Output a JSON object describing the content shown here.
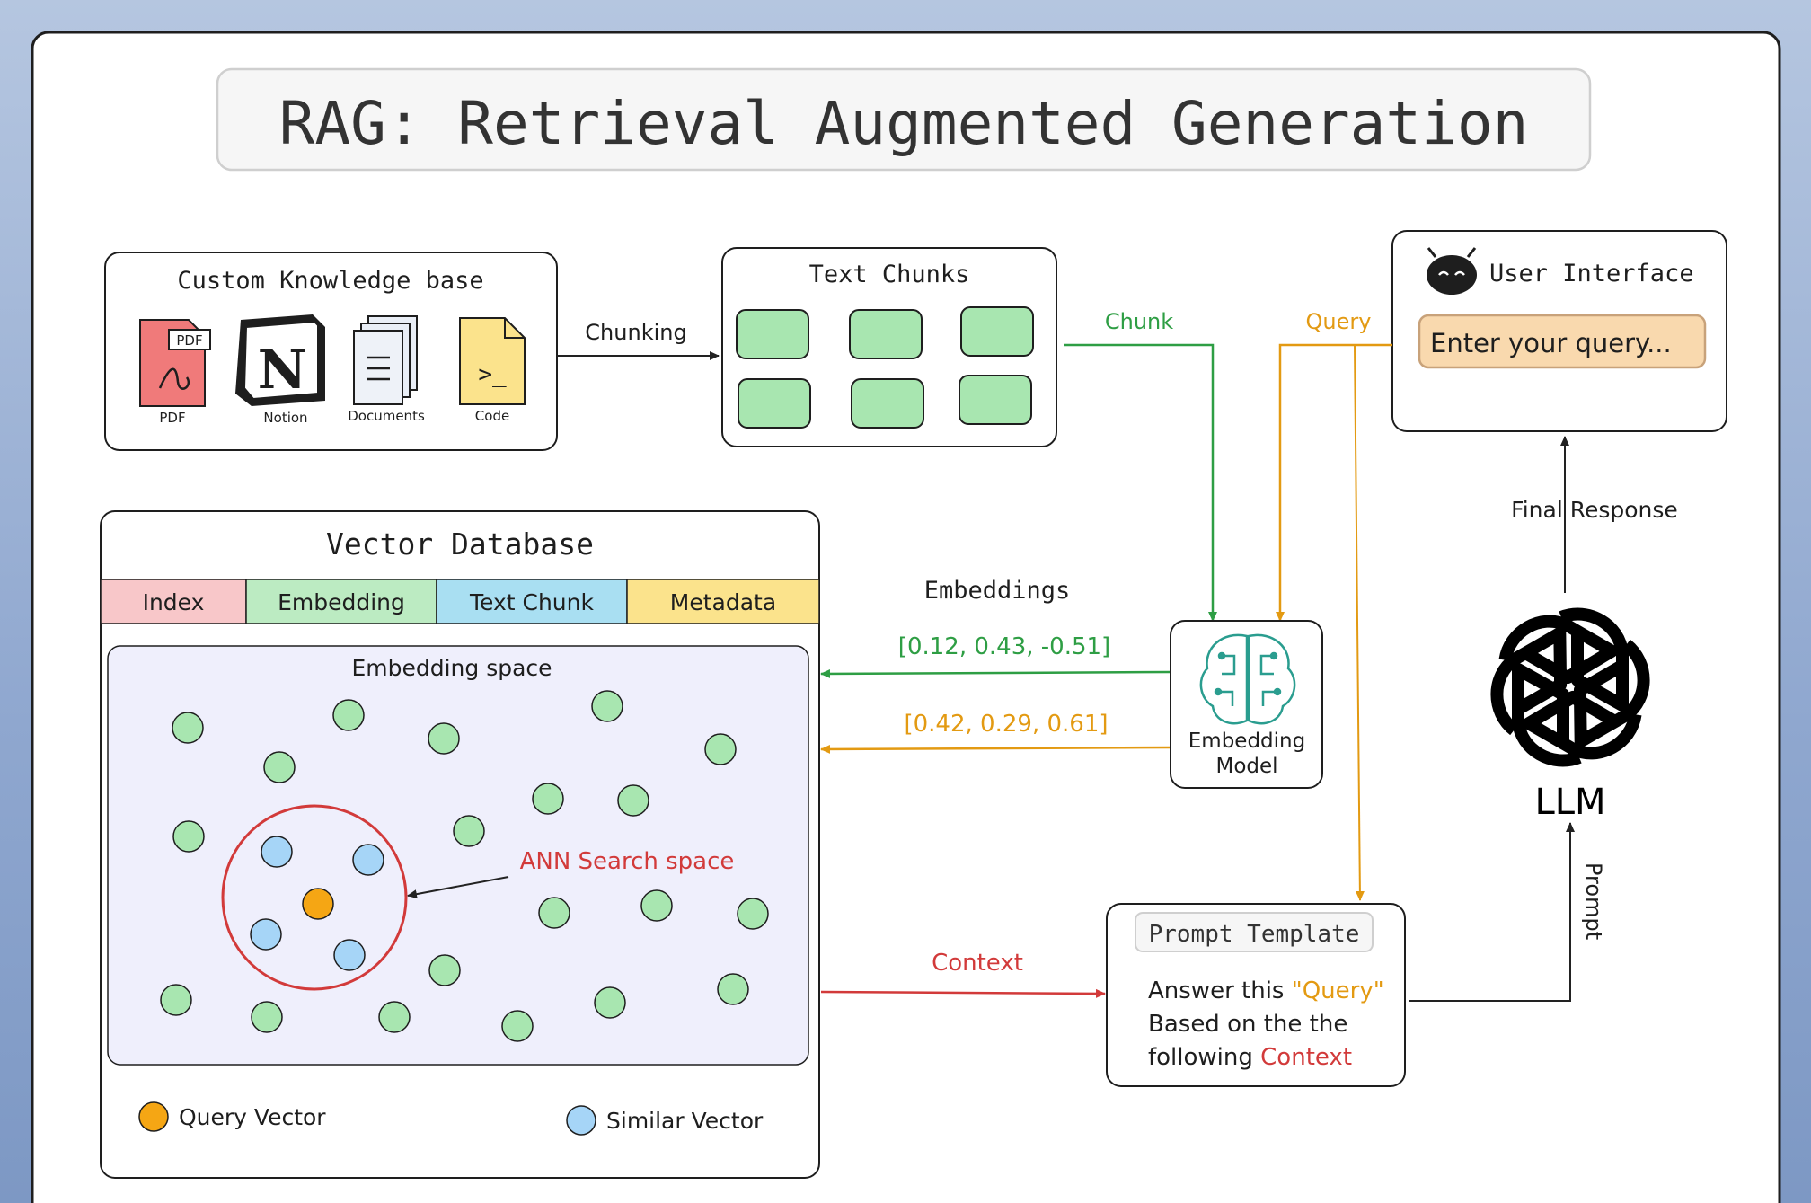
{
  "title": "RAG: Retrieval Augmented Generation",
  "knowledge_base": {
    "heading": "Custom Knowledge base",
    "items": [
      {
        "label": "PDF",
        "icon": "pdf-icon"
      },
      {
        "label": "Notion",
        "icon": "notion-icon"
      },
      {
        "label": "Documents",
        "icon": "documents-icon"
      },
      {
        "label": "Code",
        "icon": "code-icon"
      }
    ],
    "pdf_badge": "PDF",
    "notion_glyph": "N",
    "code_glyph": ">_"
  },
  "text_chunks": {
    "heading": "Text Chunks"
  },
  "user_interface": {
    "heading": "User Interface",
    "input_placeholder": "Enter your query..."
  },
  "vector_db": {
    "heading": "Vector Database",
    "columns": [
      "Index",
      "Embedding",
      "Text Chunk",
      "Metadata"
    ],
    "space_heading": "Embedding space",
    "ann_label": "ANN Search space",
    "legend_query": "Query Vector",
    "legend_similar": "Similar Vector"
  },
  "embedding_model": {
    "line1": "Embedding",
    "line2": "Model"
  },
  "llm": {
    "label": "LLM"
  },
  "prompt_template": {
    "heading": "Prompt Template",
    "line1_prefix": "Answer this ",
    "line1_query": "\"Query\"",
    "line2": "Based on the the",
    "line3_prefix": "following ",
    "line3_context": "Context"
  },
  "edges": {
    "chunking": "Chunking",
    "chunk": "Chunk",
    "query": "Query",
    "embeddings": "Embeddings",
    "vec1": "[0.12, 0.43, -0.51]",
    "vec2": "[0.42, 0.29, 0.61]",
    "context": "Context",
    "final_response": "Final Response",
    "prompt": "Prompt"
  },
  "colors": {
    "green_chunk": "#a8e6b0",
    "green_edge": "#2e9e44",
    "orange_edge": "#e39a12",
    "red_edge": "#d23a3a",
    "index_bg": "#f8c7c9",
    "embedding_bg": "#bcebc2",
    "textchunk_bg": "#a9dff2",
    "metadata_bg": "#fbe38c",
    "space_bg": "#efeffc",
    "query_dot": "#f5a614",
    "similar_dot": "#a6d5f7",
    "input_bg": "#f9d9ae"
  }
}
